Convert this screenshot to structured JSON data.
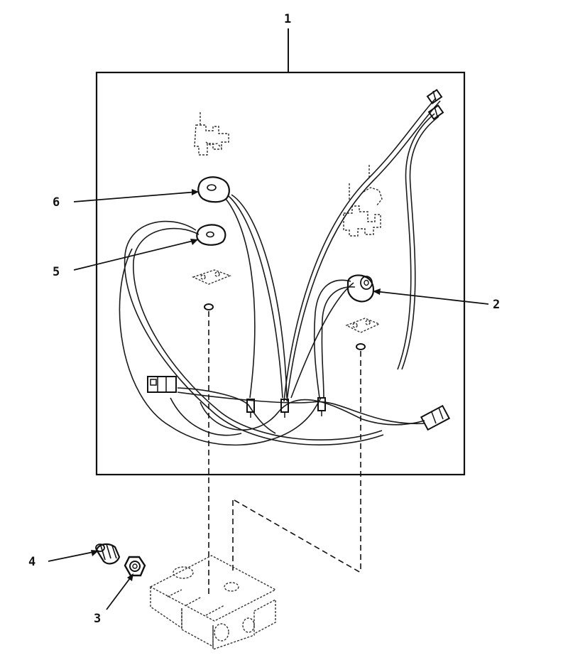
{
  "colors": {
    "ink": "#111111",
    "background": "#ffffff"
  },
  "callouts": [
    {
      "label": "1",
      "part": "wiring-harness-kit"
    },
    {
      "label": "2",
      "part": "ring-terminal-coil"
    },
    {
      "label": "3",
      "part": "nut"
    },
    {
      "label": "4",
      "part": "fitting"
    },
    {
      "label": "5",
      "part": "ring-terminal-small"
    },
    {
      "label": "6",
      "part": "ring-terminal-large"
    }
  ]
}
